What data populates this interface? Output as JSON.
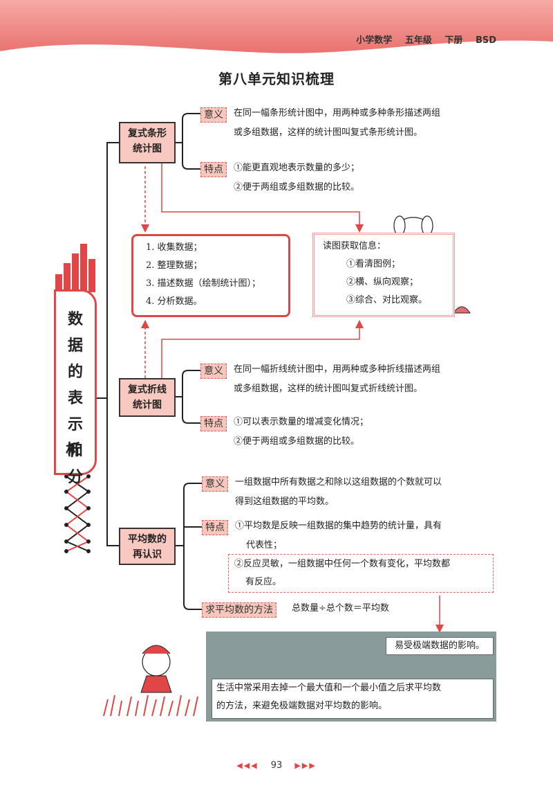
{
  "header": {
    "subject": "小学数学",
    "grade": "五年级",
    "volume": "下册",
    "edition": "BSD"
  },
  "title": "第八单元知识梳理",
  "center": {
    "label": [
      "数",
      "据",
      "的",
      "表",
      "示",
      "和",
      "分",
      "析"
    ]
  },
  "bar_chart": {
    "title": [
      "复式条形",
      "统计图"
    ],
    "meaning_tag": "意义",
    "meaning": [
      "在同一幅条形统计图中，用两种或多种条形描述两组",
      "或多组数据，这样的统计图叫复式条形统计图。"
    ],
    "feature_tag": "特点",
    "features": [
      "①能更直观地表示数量的多少；",
      "②便于两组或多组数据的比较。"
    ]
  },
  "steps": [
    "1. 收集数据；",
    "2. 整理数据；",
    "3. 描述数据（绘制统计图）；",
    "4. 分析数据。"
  ],
  "reading": {
    "title": "读图获取信息：",
    "items": [
      "①看清图例；",
      "②横、纵向观察；",
      "③综合、对比观察。"
    ]
  },
  "line_chart": {
    "title": [
      "复式折线",
      "统计图"
    ],
    "meaning_tag": "意义",
    "meaning": [
      "在同一幅折线统计图中，用两种或多种折线描述两组",
      "或多组数据，这样的统计图叫复式折线统计图。"
    ],
    "feature_tag": "特点",
    "features": [
      "①可以表示数量的增减变化情况；",
      "②便于两组或多组数据的比较。"
    ]
  },
  "average": {
    "title": [
      "平均数的",
      "再认识"
    ],
    "meaning_tag": "意义",
    "meaning": [
      "一组数据中所有数据之和除以这组数据的个数就可以",
      "得到这组数据的平均数。"
    ],
    "feature_tag": "特点",
    "feature1": [
      "①平均数是反映一组数据的集中趋势的统计量，具有",
      "代表性；"
    ],
    "feature2": [
      "②反应灵敏，一组数据中任何一个数有变化，平均数都",
      "有反应。"
    ],
    "method_tag": "求平均数的方法",
    "method": "总数量÷总个数＝平均数"
  },
  "note": {
    "short": "易受极端数据的影响。",
    "long": [
      "生活中常采用去掉一个最大值和一个最小值之后求平均数",
      "的方法，来避免极端数据对平均数的影响。"
    ]
  },
  "footer": {
    "page": "93"
  },
  "colors": {
    "accent": "#e04646",
    "tag_fill": "#f7c6bc",
    "band": "#ef8a86"
  }
}
